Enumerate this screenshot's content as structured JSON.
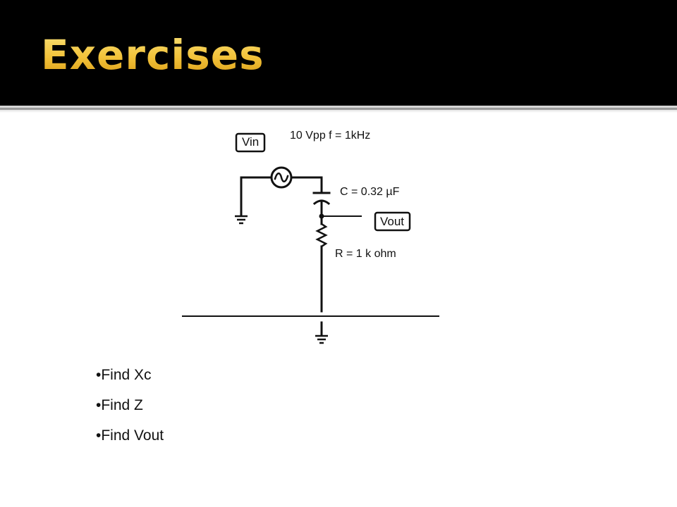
{
  "slide": {
    "title": "Exercises",
    "title_color": "#f2c23a",
    "background_header": "#000000"
  },
  "circuit": {
    "source_label": "Vin",
    "source_spec": "10 Vpp f = 1kHz",
    "capacitor_label": "C = 0.32 µF",
    "resistor_label": "R = 1 k ohm",
    "output_label": "Vout",
    "components": [
      "ac-source-icon",
      "capacitor-icon",
      "resistor-icon",
      "ground-icon"
    ]
  },
  "tasks": [
    "•Find Xc",
    "•Find Z",
    "•Find Vout"
  ]
}
